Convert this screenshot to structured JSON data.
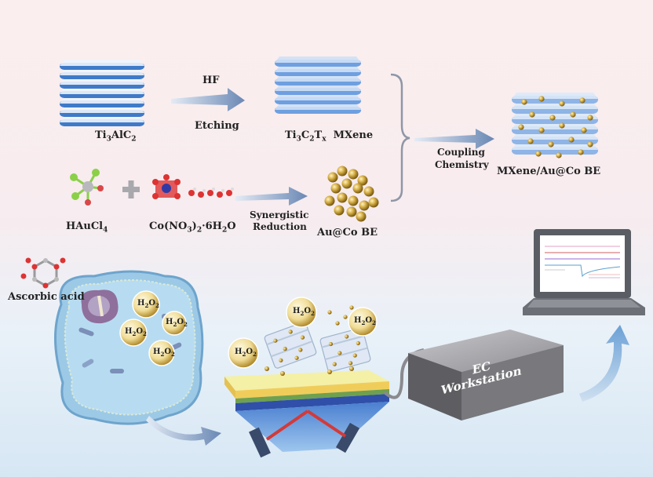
{
  "labels": {
    "ti3alc2": {
      "main": "Ti",
      "s1": "3",
      "m2": "AlC",
      "s2": "2"
    },
    "hf": "HF",
    "etching": "Etching",
    "mxene": {
      "main": "Ti",
      "s1": "3",
      "m2": "C",
      "s2": "2",
      "m3": "T",
      "s3": "x",
      "tail": "MXene"
    },
    "coupling": "Coupling",
    "chemistry": "Chemistry",
    "composite": "MXene/Au@Co BE",
    "haucl4": {
      "main": "HAuCl",
      "s1": "4"
    },
    "cobalt_salt": {
      "p1": "Co(NO",
      "s1": "3",
      "p2": ")",
      "s2": "2",
      "p3": "·6H",
      "s3": "2",
      "p4": "O"
    },
    "synergistic": "Synergistic",
    "reduction": "Reduction",
    "auco": "Au@Co BE",
    "ascorbic": "Ascorbic acid",
    "h2o2": {
      "main": "H",
      "s1": "2",
      "m2": "O",
      "s2": "2"
    },
    "ec": "EC",
    "workstation": "Workstation"
  },
  "colors": {
    "layer_blue": "#5b8fd6",
    "layer_white": "#f4f8fd",
    "nanoparticle": "#c9a23a",
    "arrow": "#6a88b4",
    "cell": "#9cc9e6",
    "device": "#6e6e72"
  },
  "icons": [
    "curly-bracket-icon",
    "plus-icon",
    "arrow-right-icon",
    "laptop-icon",
    "cell-icon",
    "electrode-icon",
    "ec-workstation-icon"
  ]
}
